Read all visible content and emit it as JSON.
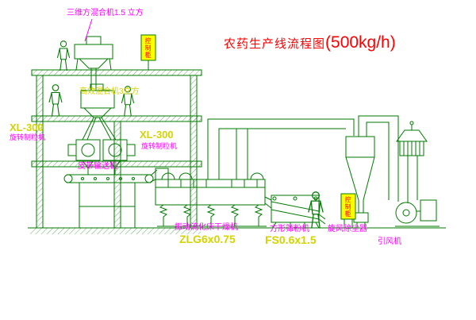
{
  "title": {
    "name": "农药生产线流程图",
    "capacity": "(500kg/h)"
  },
  "labels": {
    "top_mixer": "三维方混合机1.5 立方",
    "mixer2": "高效混合机3立方",
    "granulator_left_model": "XL-300",
    "granulator_left_name": "旋转制粒机",
    "granulator_right_model": "XL-300",
    "granulator_right_name": "旋转制粒机",
    "belt_conveyor": "皮带输送机",
    "dryer_name": "振动流化床干燥机",
    "dryer_model": "ZLG6x0.75",
    "sieve_name": "方形筛粉机",
    "sieve_model": "FS0.6x1.5",
    "cyclone": "旋风除尘器",
    "fan": "引风机",
    "cabinet": "控制柜"
  },
  "colors": {
    "line_green": "#007a00",
    "label_magenta": "#ff00ff",
    "label_yellow": "#d4d400",
    "title_red": "#ff0000",
    "cabinet_yellow": "#ffff00"
  }
}
